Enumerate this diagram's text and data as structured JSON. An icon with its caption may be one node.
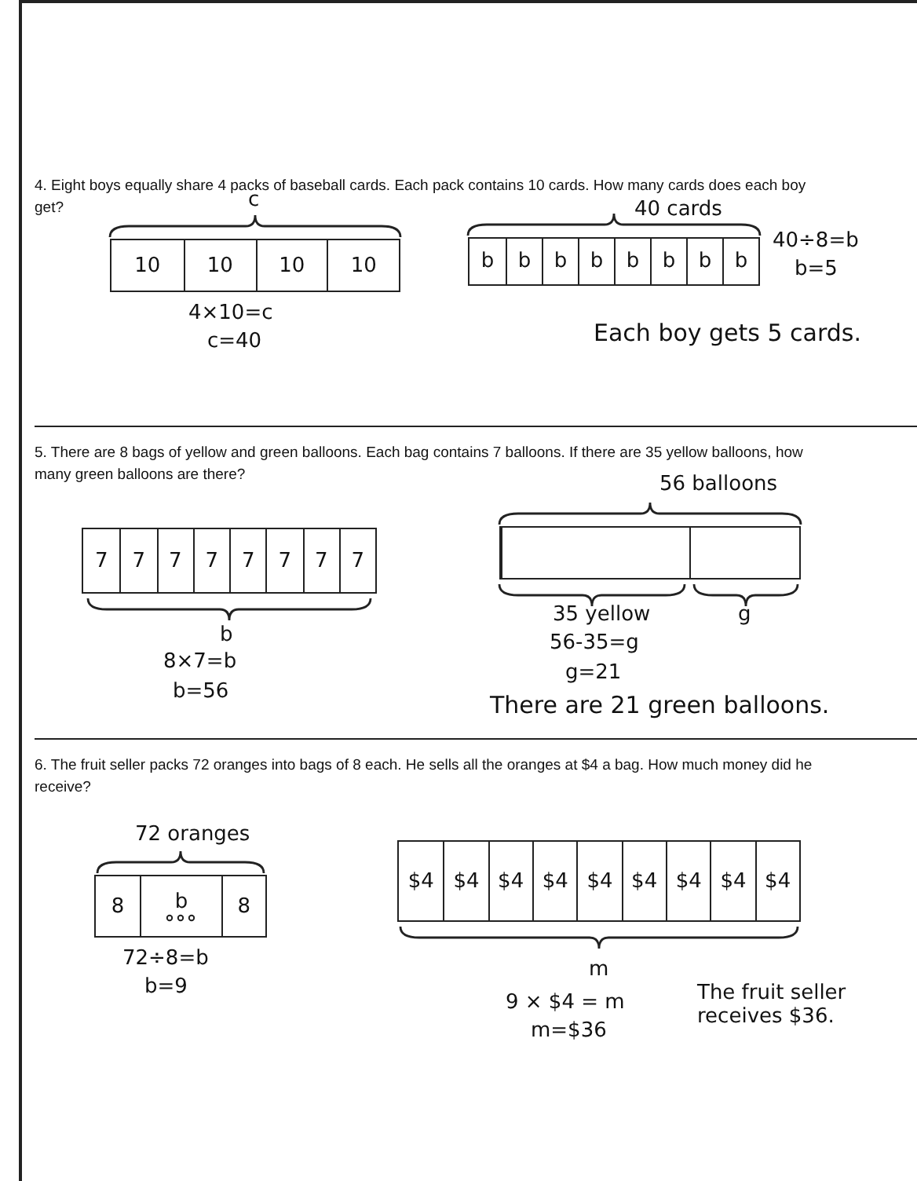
{
  "diagram": {
    "nodes": [
      {
        "text": [],
        "shape": "bar"
      },
      {
        "text": [
          "10"
        ],
        "in": 0
      },
      {
        "text": [
          "10"
        ],
        "in": 0
      },
      {
        "text": [
          "10"
        ],
        "in": 0
      },
      {
        "text": [
          "10"
        ],
        "in": 0
      },
      {
        "text": [],
        "shape": "bar"
      },
      {
        "text": [
          "b"
        ],
        "in": 5
      },
      {
        "text": [
          "b"
        ],
        "in": 5
      },
      {
        "text": [
          "b"
        ],
        "in": 5
      },
      {
        "text": [
          "b"
        ],
        "in": 5
      },
      {
        "text": [
          "b"
        ],
        "in": 5
      },
      {
        "text": [
          "b"
        ],
        "in": 5
      },
      {
        "text": [
          "b"
        ],
        "in": 5
      },
      {
        "text": [
          "b"
        ],
        "in": 5
      },
      {
        "text": [],
        "shape": "bar"
      },
      {
        "text": [
          "7"
        ],
        "in": 14
      },
      {
        "text": [
          "7"
        ],
        "in": 14
      },
      {
        "text": [
          "7"
        ],
        "in": 14
      },
      {
        "text": [
          "7"
        ],
        "in": 14
      },
      {
        "text": [
          "7"
        ],
        "in": 14
      },
      {
        "text": [
          "7"
        ],
        "in": 14
      },
      {
        "text": [
          "7"
        ],
        "in": 14
      },
      {
        "text": [
          "7"
        ],
        "in": 14
      },
      {
        "text": [],
        "shape": "bar"
      },
      {
        "text": [],
        "shape": "box",
        "in": 23
      },
      {
        "text": [],
        "shape": "box",
        "in": 23
      },
      {
        "text": [],
        "shape": "bar"
      },
      {
        "text": [
          "8"
        ],
        "in": 26
      },
      {
        "text": [
          "b"
        ],
        "in": 26
      },
      {
        "text": [
          "8"
        ],
        "in": 26
      },
      {
        "text": [],
        "shape": "bar"
      },
      {
        "text": [
          "$4"
        ],
        "in": 30
      },
      {
        "text": [
          "$4"
        ],
        "in": 30
      },
      {
        "text": [
          "$4"
        ],
        "in": 30
      },
      {
        "text": [
          "$4"
        ],
        "in": 30
      },
      {
        "text": [
          "$4"
        ],
        "in": 30
      },
      {
        "text": [
          "$4"
        ],
        "in": 30
      },
      {
        "text": [
          "$4"
        ],
        "in": 30
      },
      {
        "text": [
          "$4"
        ],
        "in": 30
      },
      {
        "text": [
          "$4"
        ],
        "in": 30
      }
    ],
    "edges": [],
    "labels": [
      "4. Eight boys equally share 4 packs of baseball cards. Each pack contains 10 cards. How many cards does each boy get?",
      "c",
      "40 cards",
      "40÷8=b",
      "b=5",
      "4×10=c",
      "c=40",
      "Each boy gets 5 cards.",
      "5. There are 8 bags of yellow and green balloons. Each bag contains 7 balloons. If there are 35 yellow balloons, how many green balloons are there?",
      "56 balloons",
      "b",
      "35 yellow",
      "g",
      "8×7=b",
      "b=56",
      "56-35=g",
      "g=21",
      "There are 21 green balloons.",
      "6. The fruit seller packs 72 oranges into bags of 8 each. He sells all the oranges at $4 a bag. How much money did he receive?",
      "72 oranges",
      "72÷8=b",
      "b=9",
      "m",
      "9 × $4 = m",
      "m=$36",
      "The fruit seller receives $36."
    ]
  }
}
